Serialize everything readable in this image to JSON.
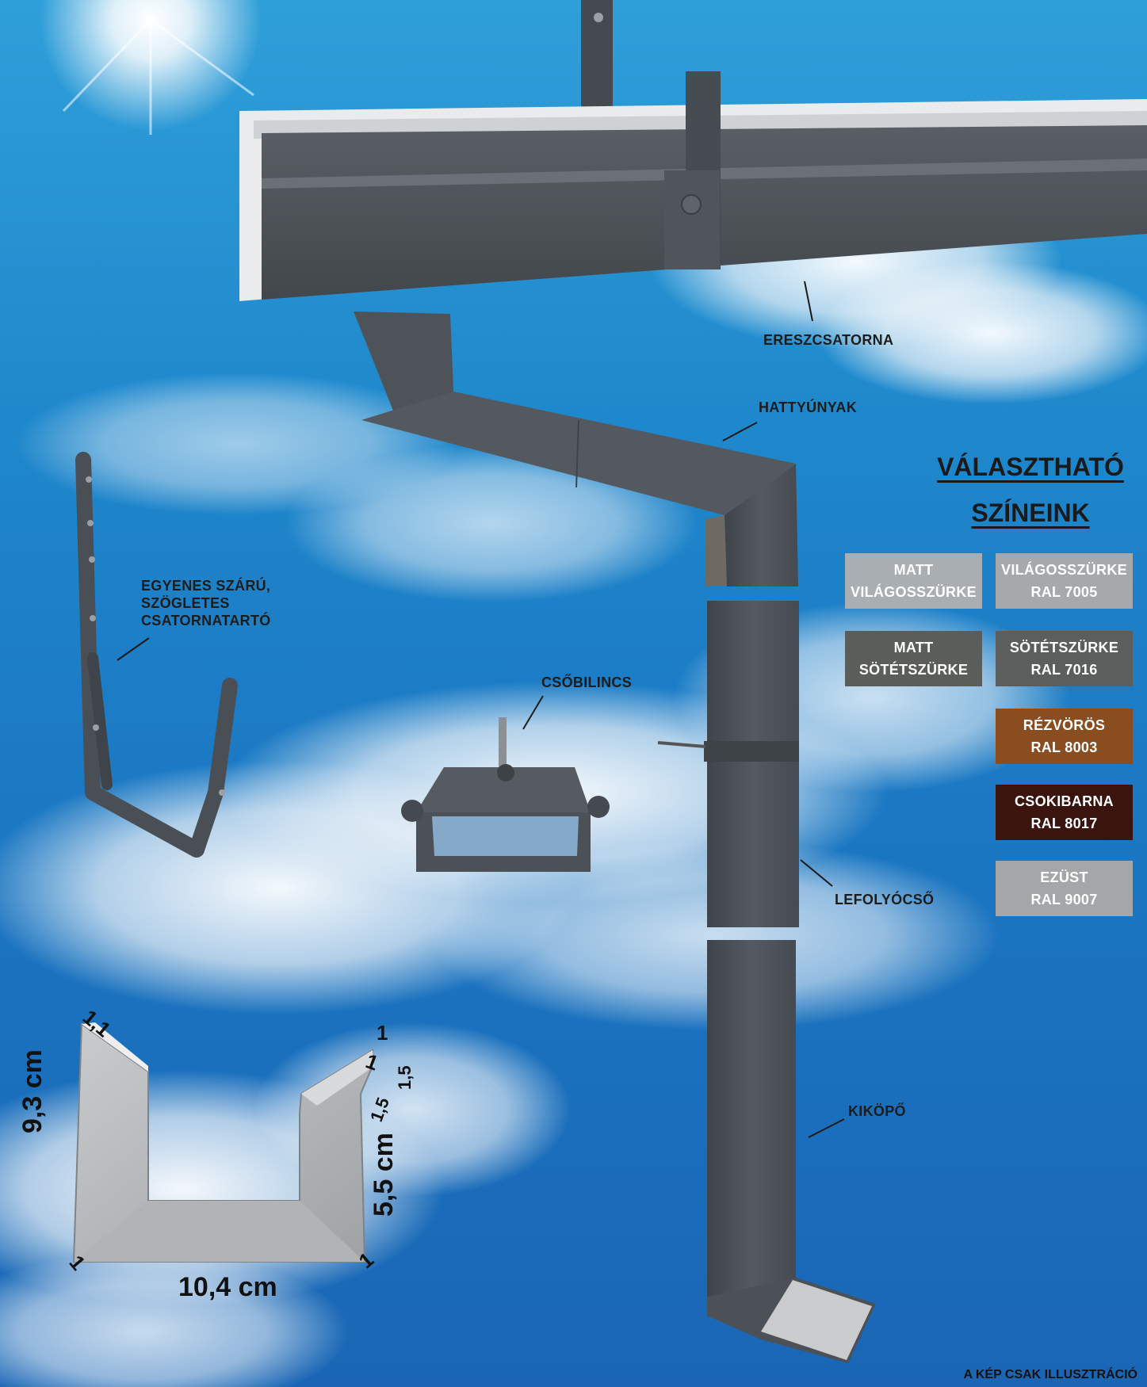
{
  "labels": {
    "gutter": "ERESZCSATORNA",
    "swan_neck": "HATTYÚNYAK",
    "bracket": [
      "EGYENES SZÁRÚ,",
      "SZÖGLETES",
      "CSATORNATARTÓ"
    ],
    "pipe_clamp": "CSŐBILINCS",
    "downpipe": "LEFOLYÓCSŐ",
    "outlet": "KIKÖPŐ"
  },
  "colors_section": {
    "title_line1": "VÁLASZTHATÓ",
    "title_line2": "SZÍNEINK",
    "swatches": [
      {
        "line1": "MATT",
        "line2": "VILÁGOSSZÜRKE",
        "color": "#a9aeb2"
      },
      {
        "line1": "VILÁGOSSZÜRKE",
        "line2": "RAL 7005",
        "color": "#a6a9ac"
      },
      {
        "line1": "MATT",
        "line2": "SÖTÉTSZÜRKE",
        "color": "#5a5d5a"
      },
      {
        "line1": "SÖTÉTSZÜRKE",
        "line2": "RAL 7016",
        "color": "#5b5e5c"
      },
      {
        "line1": "RÉZVÖRÖS",
        "line2": "RAL 8003",
        "color": "#8a4d1f"
      },
      {
        "line1": "CSOKIBARNA",
        "line2": "RAL 8017",
        "color": "#3b140d"
      },
      {
        "line1": "EZÜST",
        "line2": "RAL 9007",
        "color": "#a4a6a8"
      }
    ]
  },
  "dimensions": {
    "height": "9,3 cm",
    "width": "10,4 cm",
    "inner_height": "5,5 cm",
    "top_left_lip": "1,1",
    "top_right_a": "1",
    "top_right_b": "1",
    "top_right_c": "1,5",
    "right_step": "1,5",
    "bottom_left": "1",
    "bottom_right": "1"
  },
  "footer": "A KÉP CSAK ILLUSZTRÁCIÓ",
  "palette": {
    "metal_dark": "#4b5056",
    "metal_mid": "#5d6268",
    "metal_light": "#b9bbbd",
    "sky_top": "#2f9fd9",
    "sky_bottom": "#1a66b5"
  }
}
